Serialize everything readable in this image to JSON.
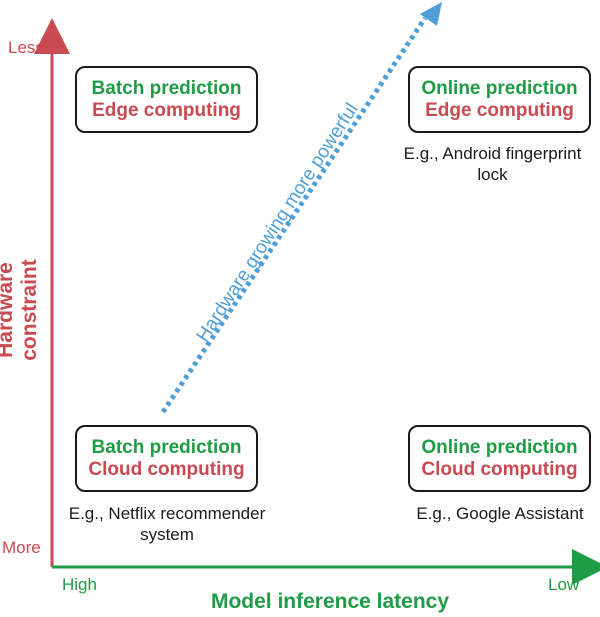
{
  "axes": {
    "y_title": "Hardware constraint",
    "y_top": "Less",
    "y_bottom": "More",
    "x_title": "Model inference latency",
    "x_left": "High",
    "x_right": "Low"
  },
  "diagonal_label": "Hardware growing more powerful",
  "quadrants": {
    "top_left": {
      "line1": "Batch prediction",
      "line2": "Edge computing"
    },
    "top_right": {
      "line1": "Online prediction",
      "line2": "Edge computing",
      "example_1": "E.g., Android fingerprint",
      "example_2": "lock"
    },
    "bottom_left": {
      "line1": "Batch prediction",
      "line2": "Cloud computing",
      "example_1": "E.g., Netflix recommender",
      "example_2": "system"
    },
    "bottom_right": {
      "line1": "Online prediction",
      "line2": "Cloud computing",
      "example_1": "E.g., Google Assistant"
    }
  },
  "colors": {
    "y_axis": "#c94a50",
    "x_axis": "#1e9c46",
    "diagonal": "#4f9fd6"
  }
}
